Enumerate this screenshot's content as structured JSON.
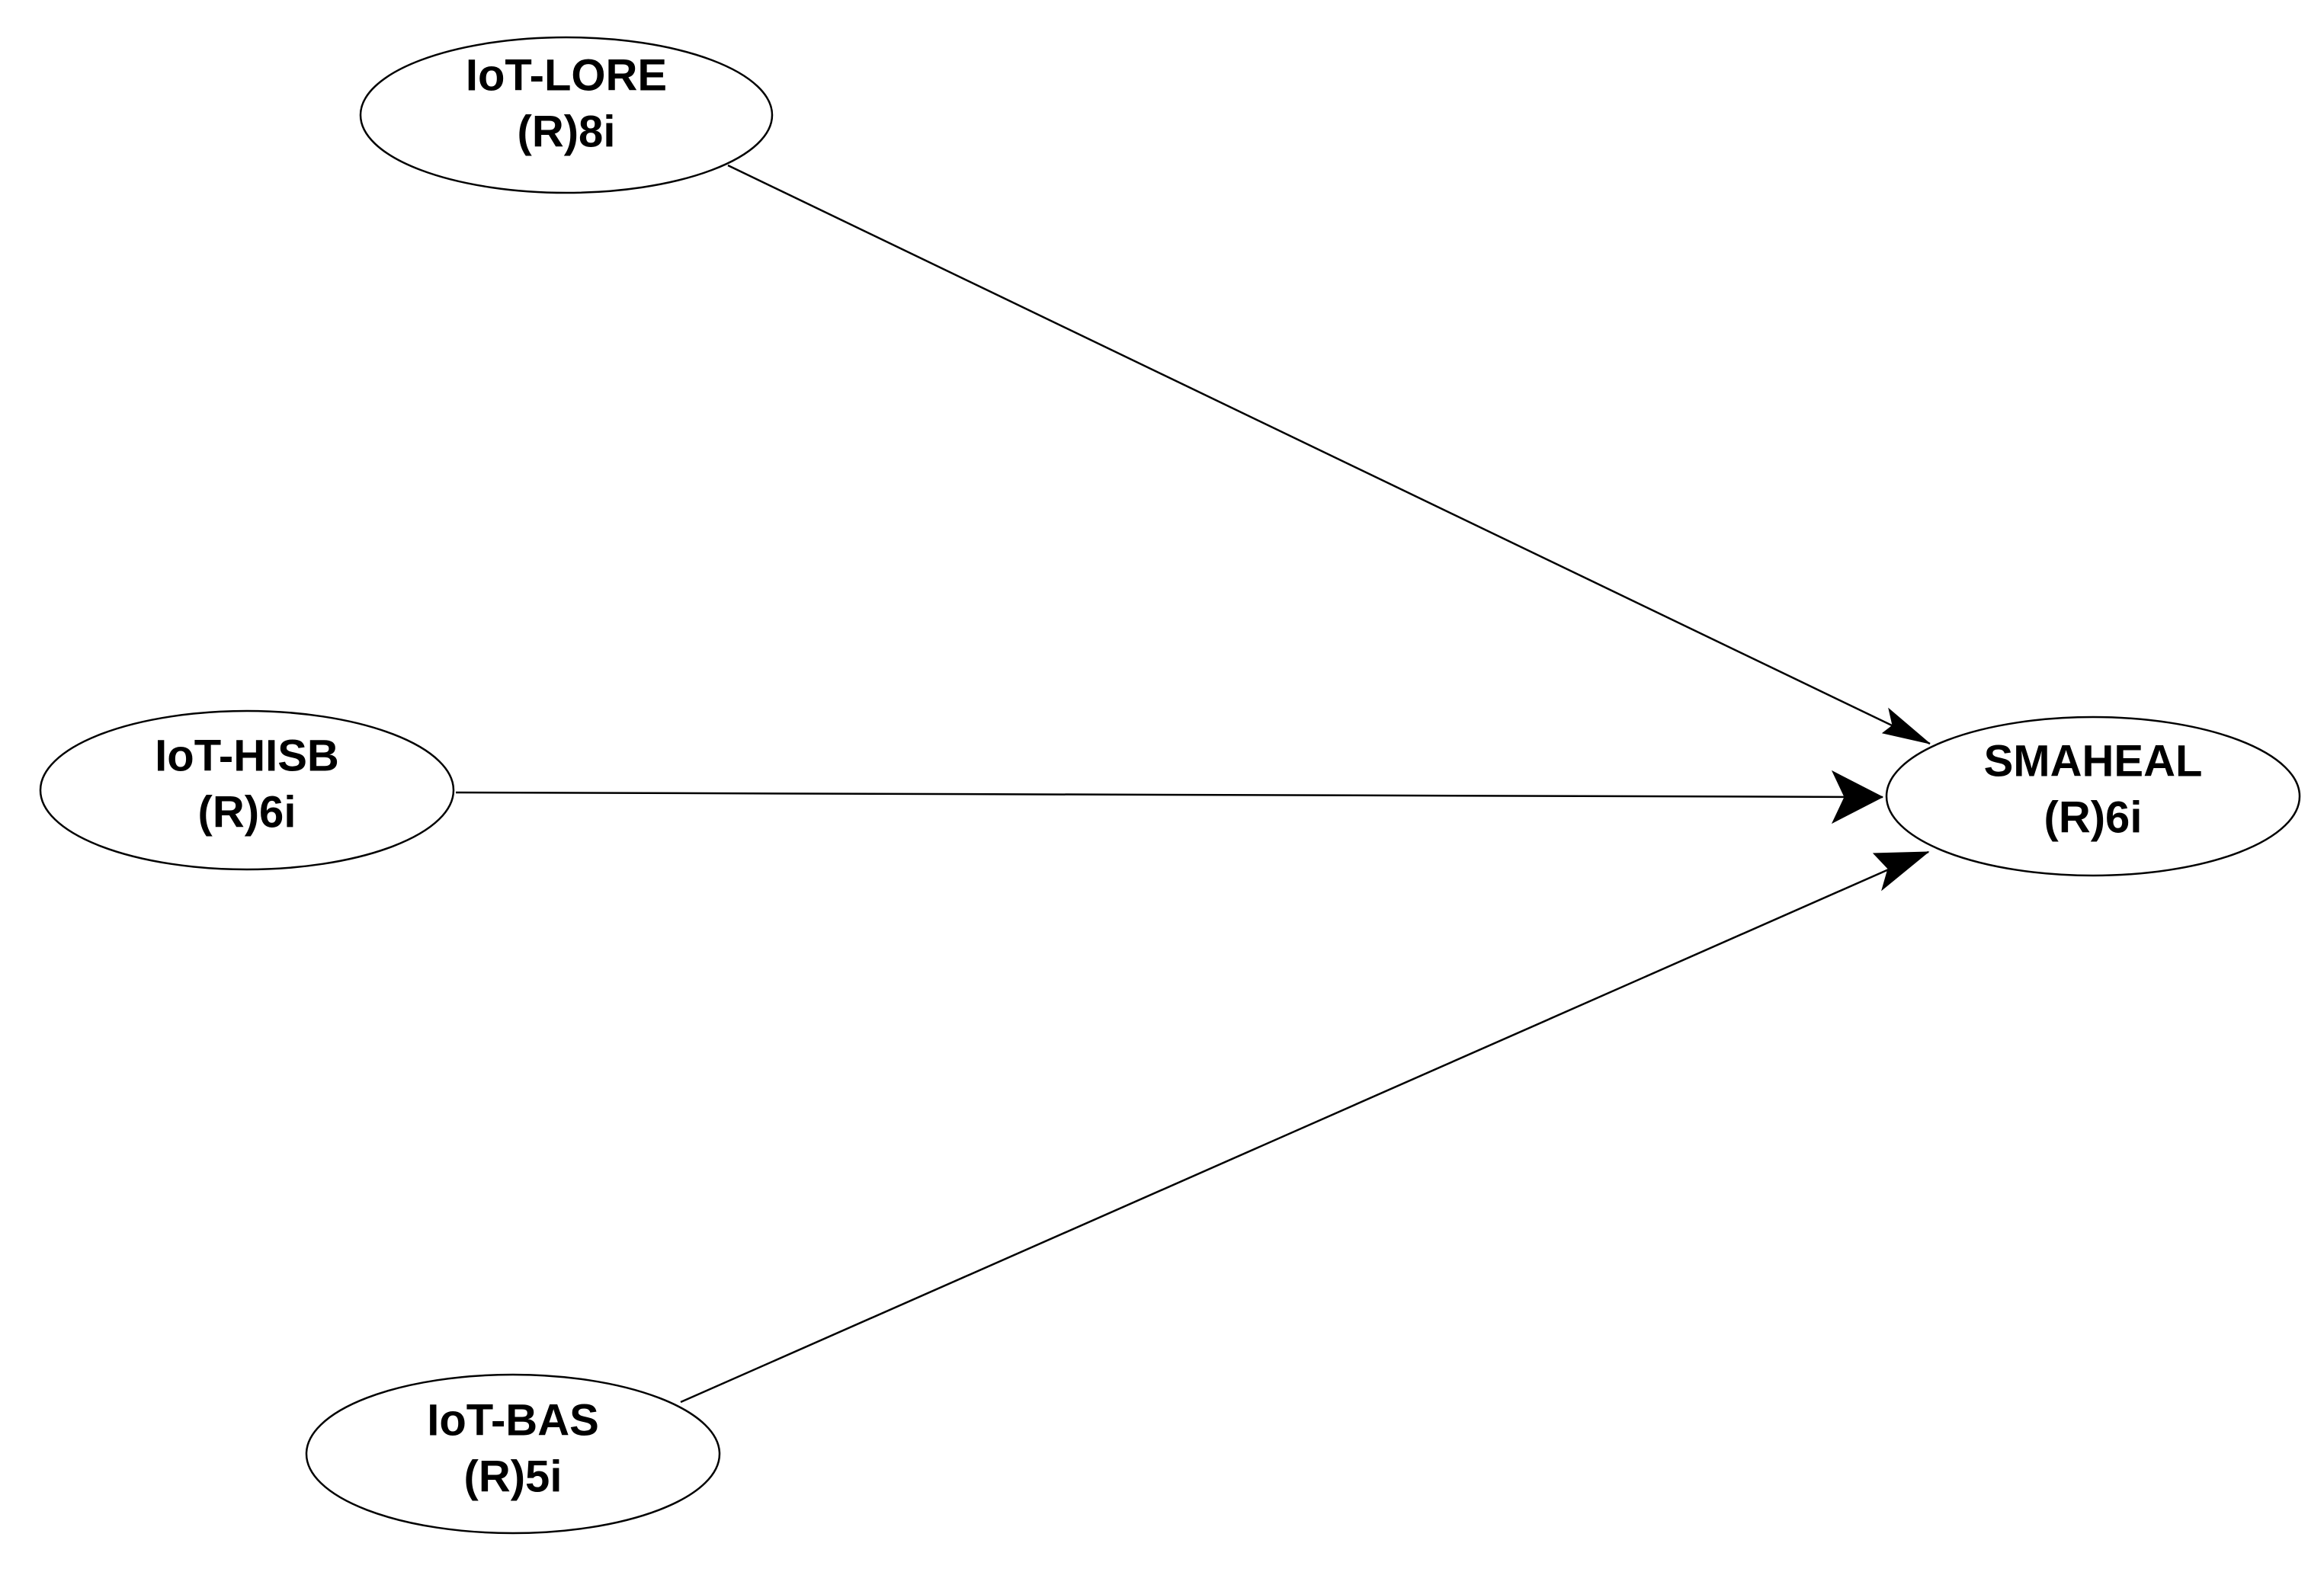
{
  "nodes": [
    {
      "id": "iot-lore",
      "label": "IoT-LORE",
      "sublabel": "(R)8i"
    },
    {
      "id": "iot-hisb",
      "label": "IoT-HISB",
      "sublabel": "(R)6i"
    },
    {
      "id": "iot-bas",
      "label": "IoT-BAS",
      "sublabel": "(R)5i"
    },
    {
      "id": "smaheal",
      "label": "SMAHEAL",
      "sublabel": "(R)6i"
    }
  ],
  "edges": [
    {
      "from": "iot-lore",
      "to": "smaheal"
    },
    {
      "from": "iot-hisb",
      "to": "smaheal"
    },
    {
      "from": "iot-bas",
      "to": "smaheal"
    }
  ]
}
